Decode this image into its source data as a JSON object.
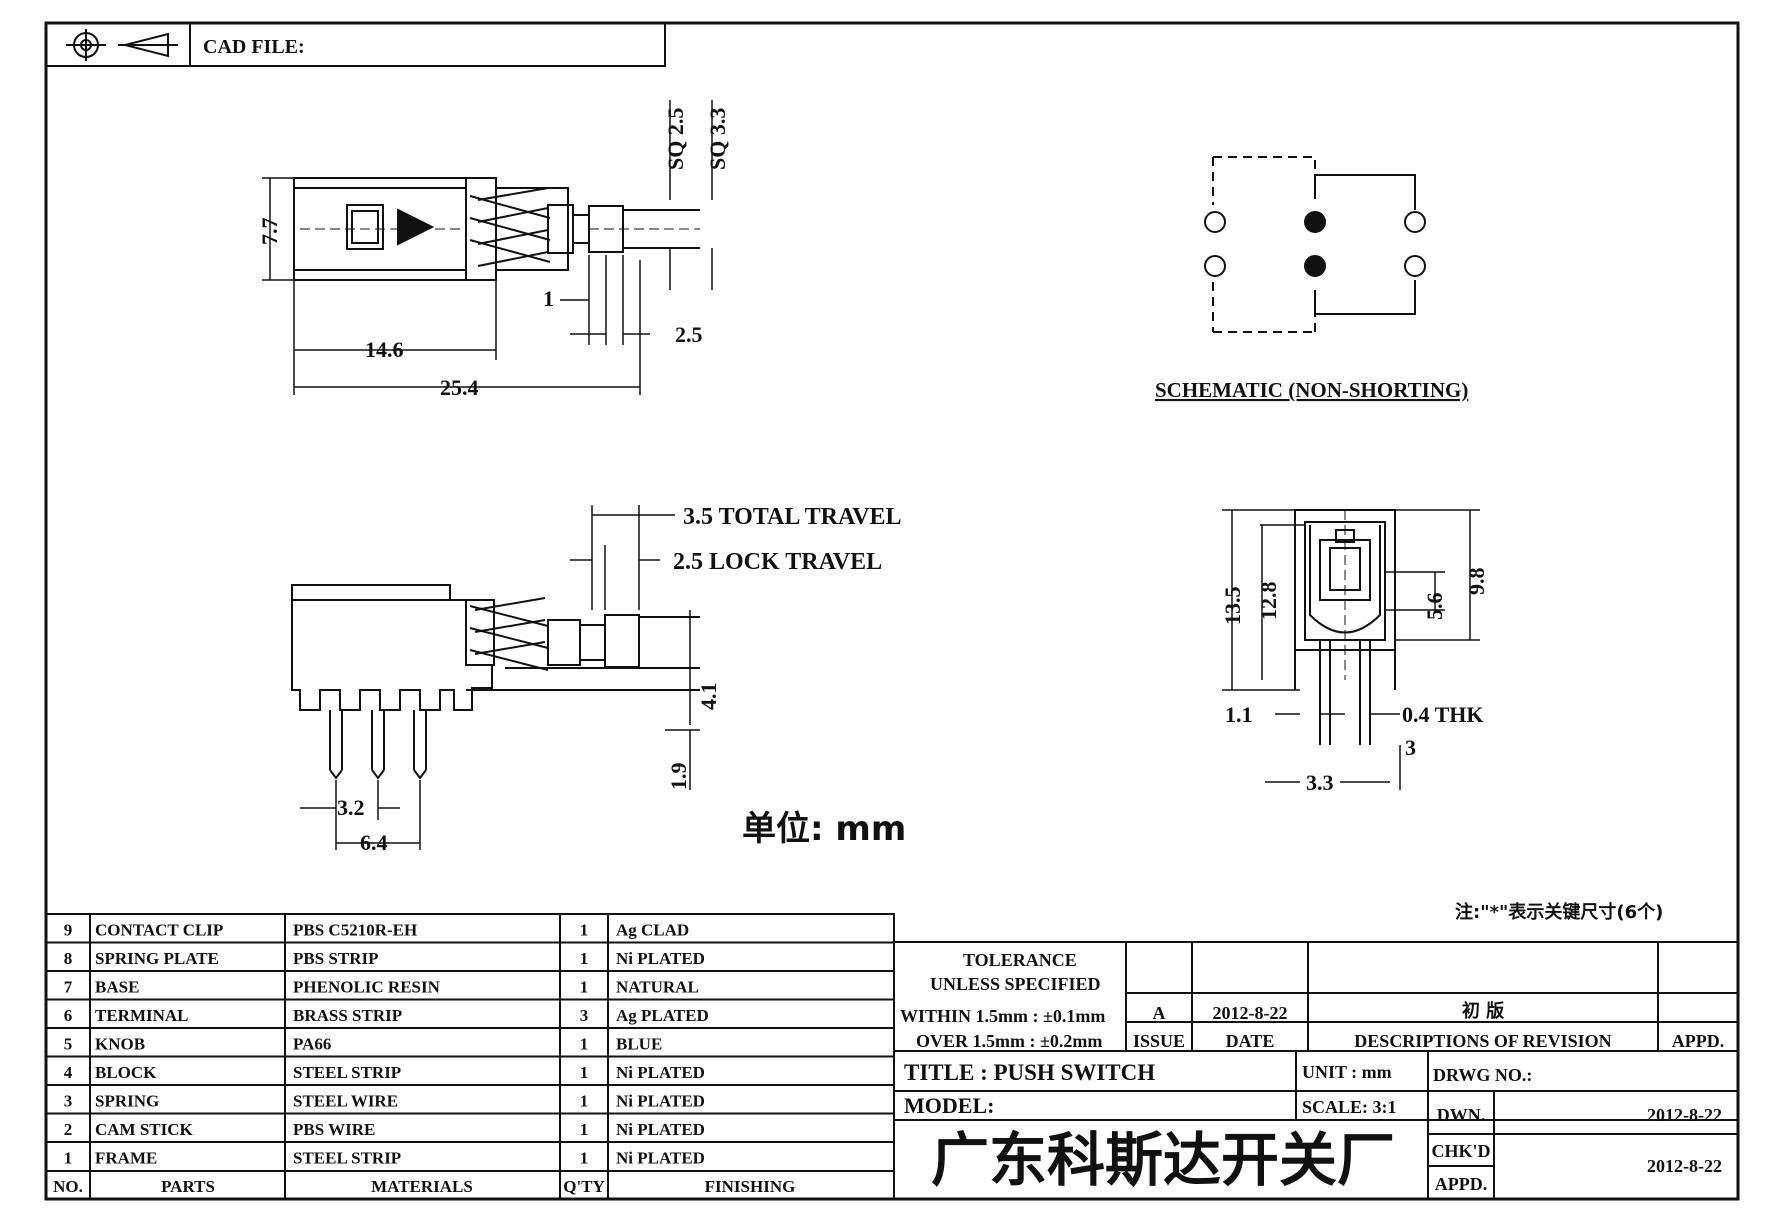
{
  "header": {
    "cad_label": "CAD FILE:"
  },
  "dimensions": {
    "sq_2_5": "SQ 2.5",
    "sq_3_3": "SQ 3.3",
    "d_7_7": "7.7",
    "d_1": "1",
    "d_2_5": "2.5",
    "d_14_6": "14.6",
    "d_25_4": "25.4",
    "total_travel": "3.5  TOTAL  TRAVEL",
    "lock_travel": "2.5  LOCK  TRAVEL",
    "d_4_1": "4.1",
    "d_1_9": "1.9",
    "d_3_2": "3.2",
    "d_6_4": "6.4",
    "d_13_5": "13.5",
    "d_12_8": "12.8",
    "d_9_8": "9.8",
    "d_5_6": "5.6",
    "d_1_1": "1.1",
    "d_0_4_thk": "0.4  THK",
    "d_3": "3",
    "d_3_3": "3.3"
  },
  "schematic_label": "SCHEMATIC (NON-SHORTING)",
  "unit_label": "单位:  mm",
  "note": "注:\"*\"表示关键尺寸(6个)",
  "parts_table": {
    "headers": [
      "NO.",
      "PARTS",
      "MATERIALS",
      "Q'TY",
      "FINISHING"
    ],
    "rows": [
      {
        "no": "9",
        "part": "CONTACT CLIP",
        "material": "PBS C5210R-EH",
        "qty": "1",
        "finish": "Ag CLAD"
      },
      {
        "no": "8",
        "part": "SPRING PLATE",
        "material": "PBS STRIP",
        "qty": "1",
        "finish": "Ni PLATED"
      },
      {
        "no": "7",
        "part": "BASE",
        "material": "PHENOLIC RESIN",
        "qty": "1",
        "finish": "NATURAL"
      },
      {
        "no": "6",
        "part": "TERMINAL",
        "material": "BRASS STRIP",
        "qty": "3",
        "finish": "Ag PLATED"
      },
      {
        "no": "5",
        "part": "KNOB",
        "material": "PA66",
        "qty": "1",
        "finish": "BLUE"
      },
      {
        "no": "4",
        "part": "BLOCK",
        "material": "STEEL STRIP",
        "qty": "1",
        "finish": "Ni PLATED"
      },
      {
        "no": "3",
        "part": "SPRING",
        "material": "STEEL WIRE",
        "qty": "1",
        "finish": "Ni PLATED"
      },
      {
        "no": "2",
        "part": "CAM STICK",
        "material": "PBS WIRE",
        "qty": "1",
        "finish": "Ni PLATED"
      },
      {
        "no": "1",
        "part": "FRAME",
        "material": "STEEL STRIP",
        "qty": "1",
        "finish": "Ni PLATED"
      }
    ]
  },
  "title_block": {
    "tolerance": "TOLERANCE",
    "unless": "UNLESS   SPECIFIED",
    "within": "WITHIN  1.5mm  :  ±0.1mm",
    "over": "OVER  1.5mm  :  ±0.2mm",
    "issue_value": "A",
    "date_value": "2012-8-22",
    "revision_desc": "初 版",
    "issue_header": "ISSUE",
    "date_header": "DATE",
    "desc_header": "DESCRIPTIONS  OF  REVISION",
    "appd_header": "APPD.",
    "title": "TITLE : PUSH  SWITCH",
    "unit": "UNIT :   mm",
    "drwg_no": "DRWG  NO.:",
    "model": "MODEL:",
    "scale": "SCALE:   3:1",
    "dwn": "DWN.",
    "dwn_date": "2012-8-22",
    "chkd": "CHK'D",
    "appd": "APPD.",
    "chk_date": "2012-8-22",
    "company": "广东科斯达开关厂"
  }
}
